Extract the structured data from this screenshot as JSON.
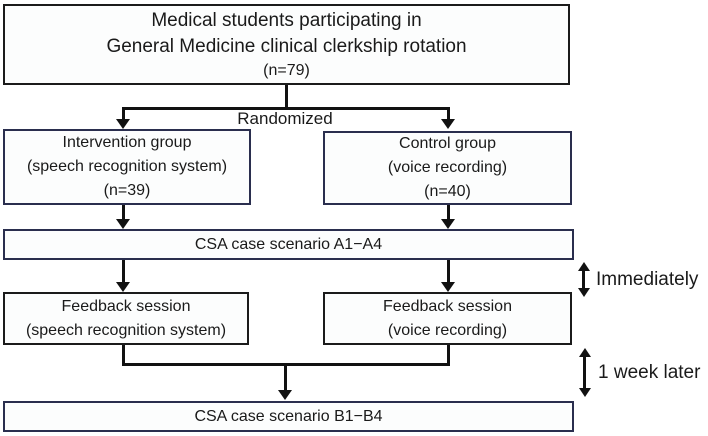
{
  "diagram": {
    "boxes": {
      "enrollment": {
        "line1": "Medical students participating in",
        "line2": "General Medicine clinical clerkship rotation",
        "line3": "(n=79)"
      },
      "intervention_group": {
        "line1": "Intervention group",
        "line2": "(speech recognition system)",
        "line3": "(n=39)"
      },
      "control_group": {
        "line1": "Control group",
        "line2": "(voice recording)",
        "line3": "(n=40)"
      },
      "csa_a": {
        "label": "CSA case scenario A1−A4"
      },
      "feedback_intervention": {
        "line1": "Feedback session",
        "line2": "(speech recognition system)"
      },
      "feedback_control": {
        "line1": "Feedback session",
        "line2": "(voice recording)"
      },
      "csa_b": {
        "label": "CSA case scenario B1−B4"
      }
    },
    "labels": {
      "randomized": "Randomized",
      "immediately": "Immediately",
      "one_week_later": "1 week later"
    },
    "colors": {
      "border_black": "#1b1b1b",
      "border_navy": "#2a2e4e",
      "connector": "#111111",
      "background": "#ffffff",
      "box_fill": "#fcfdfd"
    }
  }
}
